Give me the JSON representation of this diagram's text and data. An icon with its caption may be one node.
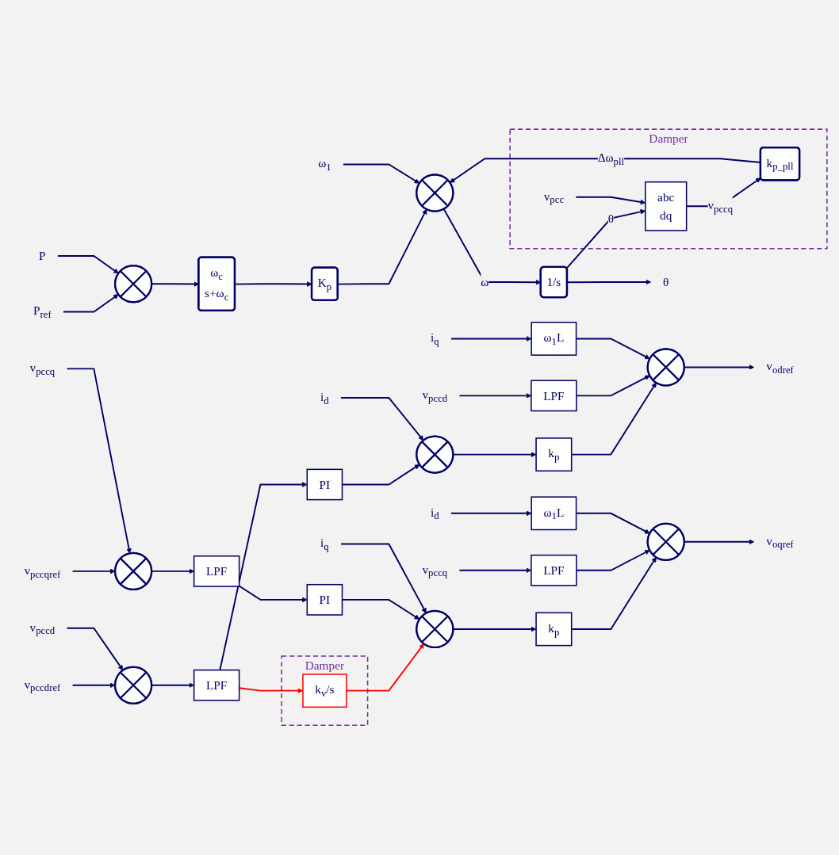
{
  "diagram": {
    "nodes": [
      {
        "text": [
          "P$_{ref}$"
        ]
      },
      {
        "text": [],
        "shape": "circle"
      },
      {
        "text": [
          "P"
        ]
      },
      {
        "text": [
          "ω$_{c}$",
          "s+ω$_{c}$"
        ]
      },
      {
        "text": [
          "K$_{p}$"
        ]
      },
      {
        "text": [
          "ω$_{1}$"
        ]
      },
      {
        "text": [],
        "shape": "circle"
      },
      {
        "text": [
          "1/s"
        ]
      },
      {
        "text": [
          "θ"
        ]
      },
      {
        "text": [
          "Damper"
        ]
      },
      {
        "text": [
          "v$_{pcc}$"
        ],
        "in": 9
      },
      {
        "text": [
          "abc",
          "dq"
        ],
        "in": 9
      },
      {
        "text": [
          "k$_{p_pll}$"
        ],
        "in": 9
      },
      {
        "text": [
          "v$_{pccdref}$"
        ]
      },
      {
        "text": [],
        "shape": "circle"
      },
      {
        "text": [
          "v$_{pccd}$"
        ]
      },
      {
        "text": [
          "LPF"
        ]
      },
      {
        "text": [
          "PI"
        ]
      },
      {
        "text": [],
        "shape": "circle"
      },
      {
        "text": [
          "i$_{d}$"
        ]
      },
      {
        "text": [
          "k$_{p}$"
        ]
      },
      {
        "text": [
          "v$_{pccd}$"
        ]
      },
      {
        "text": [
          "LPF"
        ]
      },
      {
        "text": [],
        "shape": "circle"
      },
      {
        "text": [
          "v$_{odref}$"
        ]
      },
      {
        "text": [
          "i$_{q}$"
        ]
      },
      {
        "text": [
          "ω$_{1}$L"
        ]
      },
      {
        "text": [
          "Damper"
        ]
      },
      {
        "text": [
          "k$_{v}$/s"
        ],
        "in": 27
      },
      {
        "text": [
          "v$_{pccqref}$"
        ]
      },
      {
        "text": [],
        "shape": "circle"
      },
      {
        "text": [
          "v$_{pccq}$"
        ]
      },
      {
        "text": [
          "LPF"
        ]
      },
      {
        "text": [
          "PI"
        ]
      },
      {
        "text": [],
        "shape": "circle"
      },
      {
        "text": [
          "i$_{q}$"
        ]
      },
      {
        "text": [
          "k$_{p}$"
        ]
      },
      {
        "text": [
          "v$_{pccq}$"
        ]
      },
      {
        "text": [
          "LPF"
        ]
      },
      {
        "text": [],
        "shape": "circle"
      },
      {
        "text": [
          "v$_{oqref}$"
        ]
      },
      {
        "text": [
          "i$_{d}$"
        ]
      },
      {
        "text": [
          "ω$_{1}$L"
        ]
      }
    ],
    "edges": [
      {
        "from": 0,
        "to": 1,
        "arrow": "to"
      },
      {
        "from": 2,
        "to": 1,
        "arrow": "to"
      },
      {
        "from": 1,
        "to": 3,
        "arrow": "to"
      },
      {
        "from": 3,
        "to": 4,
        "arrow": "to"
      },
      {
        "from": 4,
        "to": 6,
        "arrow": "to"
      },
      {
        "from": 5,
        "to": 6,
        "arrow": "to"
      },
      {
        "from": 6,
        "to": 7,
        "arrow": "to",
        "label": "ω"
      },
      {
        "from": 7,
        "to": 8,
        "arrow": "to"
      },
      {
        "from": 7,
        "to": 11,
        "arrow": "to",
        "label": "θ"
      },
      {
        "from": 10,
        "to": 11,
        "arrow": "to"
      },
      {
        "from": 11,
        "to": 12,
        "arrow": "to",
        "label": "v$_{pccq}$"
      },
      {
        "from": 12,
        "to": 6,
        "arrow": "to",
        "label": "Δω$_{pll}$"
      },
      {
        "from": 13,
        "to": 14,
        "arrow": "to"
      },
      {
        "from": 15,
        "to": 14,
        "arrow": "to"
      },
      {
        "from": 14,
        "to": 16,
        "arrow": "to"
      },
      {
        "from": 16,
        "to": 17,
        "arrow": "to"
      },
      {
        "from": 16,
        "to": 28,
        "arrow": "to",
        "color": "#ff0000"
      },
      {
        "from": 17,
        "to": 18,
        "arrow": "to"
      },
      {
        "from": 19,
        "to": 18,
        "arrow": "to"
      },
      {
        "from": 18,
        "to": 20,
        "arrow": "to"
      },
      {
        "from": 20,
        "to": 23,
        "arrow": "to"
      },
      {
        "from": 21,
        "to": 22,
        "arrow": "to"
      },
      {
        "from": 22,
        "to": 23,
        "arrow": "to"
      },
      {
        "from": 23,
        "to": 24,
        "arrow": "to"
      },
      {
        "from": 25,
        "to": 26,
        "arrow": "to"
      },
      {
        "from": 26,
        "to": 23,
        "arrow": "to"
      },
      {
        "from": 28,
        "to": 34,
        "arrow": "to",
        "color": "#ff0000"
      },
      {
        "from": 29,
        "to": 30,
        "arrow": "to"
      },
      {
        "from": 31,
        "to": 30,
        "arrow": "to"
      },
      {
        "from": 30,
        "to": 32,
        "arrow": "to"
      },
      {
        "from": 32,
        "to": 33,
        "arrow": "to"
      },
      {
        "from": 33,
        "to": 34,
        "arrow": "to"
      },
      {
        "from": 35,
        "to": 34,
        "arrow": "to"
      },
      {
        "from": 34,
        "to": 36,
        "arrow": "to"
      },
      {
        "from": 36,
        "to": 39,
        "arrow": "to"
      },
      {
        "from": 37,
        "to": 38,
        "arrow": "to"
      },
      {
        "from": 38,
        "to": 39,
        "arrow": "to"
      },
      {
        "from": 39,
        "to": 40,
        "arrow": "to"
      },
      {
        "from": 41,
        "to": 42,
        "arrow": "to"
      },
      {
        "from": 42,
        "to": 39,
        "arrow": "to"
      }
    ]
  }
}
